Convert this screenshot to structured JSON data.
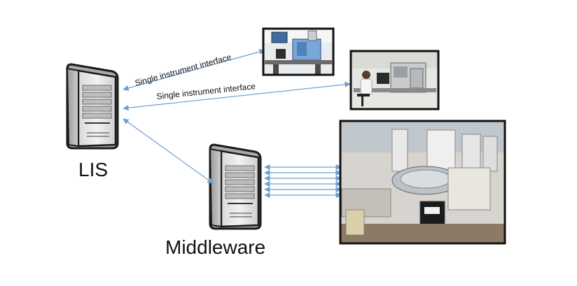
{
  "nodes": {
    "lis": {
      "label": "LIS"
    },
    "middleware": {
      "label": "Middleware"
    }
  },
  "edges": {
    "interface_1": {
      "label": "Single instrument interface"
    },
    "interface_2": {
      "label": "Single instrument interface"
    }
  },
  "photos": {
    "instrument_1": {
      "subject": "laboratory-instrument-photo"
    },
    "instrument_2": {
      "subject": "lab-technician-at-workstation-photo"
    },
    "instrument_3": {
      "subject": "automated-analyzer-lab-photo"
    }
  },
  "colors": {
    "arrow": "#6f9fcf",
    "server_body": "#e6e6e6",
    "server_outline": "#1a1a1a",
    "frame": "#111111"
  },
  "middleware_link_count": 6
}
